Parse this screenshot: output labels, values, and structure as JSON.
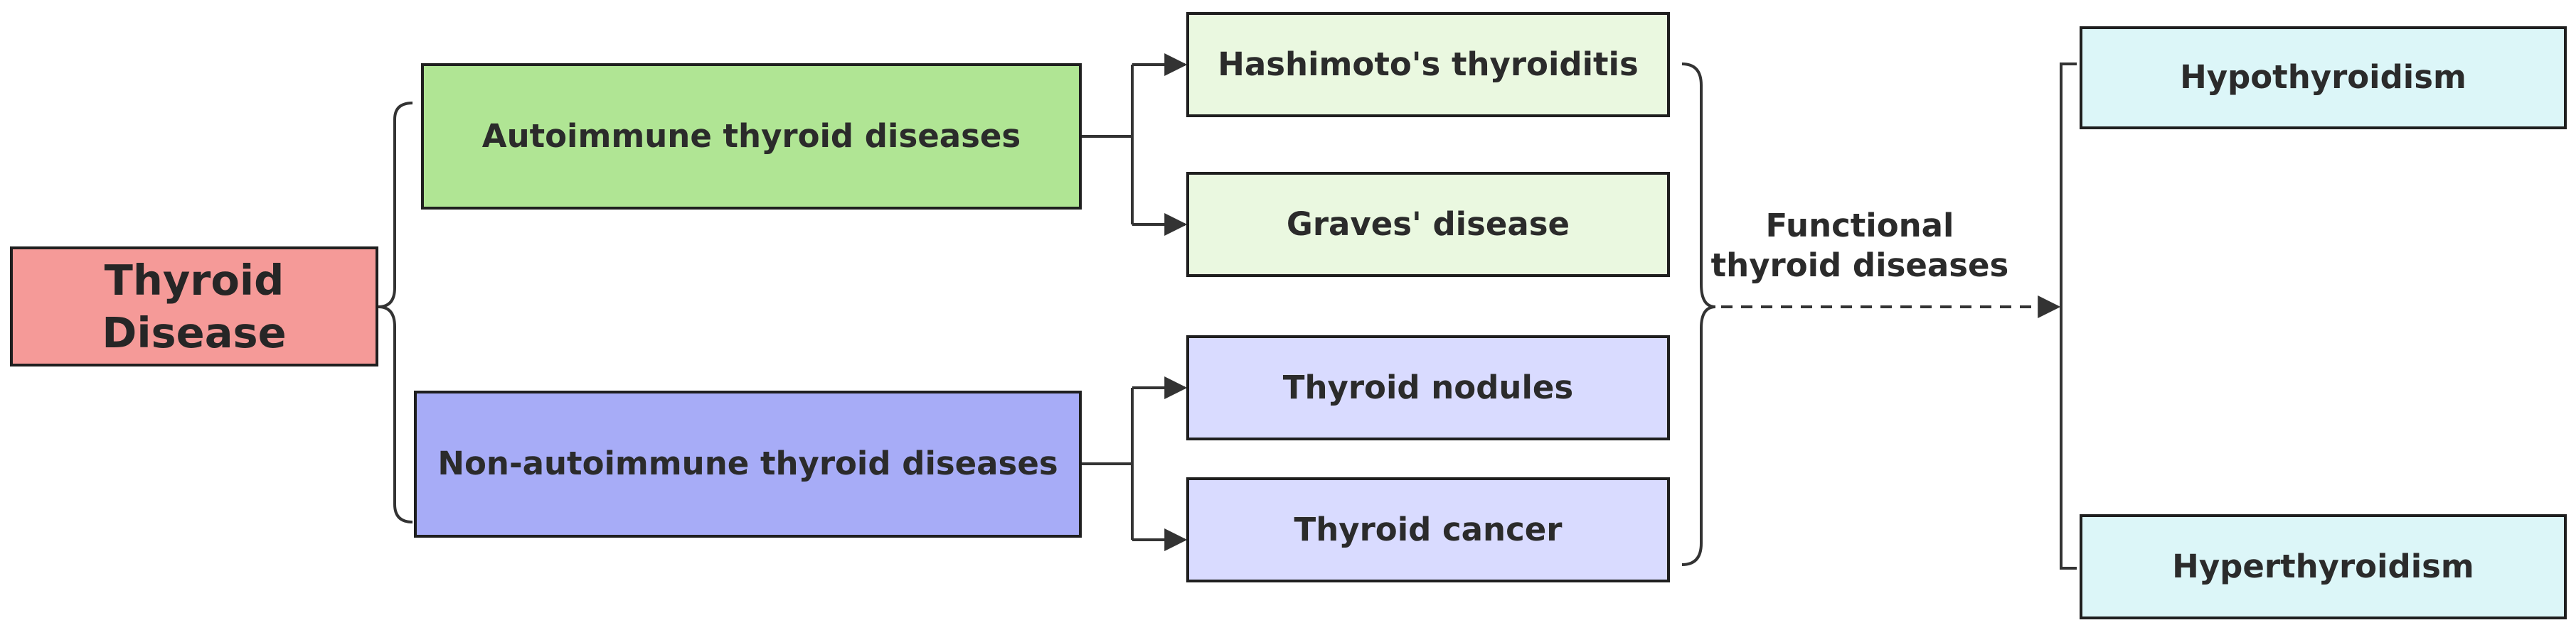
{
  "root": {
    "label": "Thyroid Disease"
  },
  "categories": {
    "autoimmune": {
      "label": "Autoimmune thyroid diseases",
      "items": [
        "Hashimoto's thyroiditis",
        "Graves' disease"
      ]
    },
    "non_autoimmune": {
      "label": "Non-autoimmune thyroid diseases",
      "items": [
        "Thyroid nodules",
        "Thyroid cancer"
      ]
    }
  },
  "functional": {
    "label": "Functional\nthyroid diseases",
    "items": [
      "Hypothyroidism",
      "Hyperthyroidism"
    ]
  },
  "colors": {
    "root": "#f59a98",
    "autoimmune": "#b0e594",
    "autoimmune_items": "#eaf8e0",
    "non_autoimmune": "#a7acf7",
    "non_autoimmune_items": "#d9dbff",
    "functional_items": "#dcf6f8",
    "lines": "#333333"
  }
}
